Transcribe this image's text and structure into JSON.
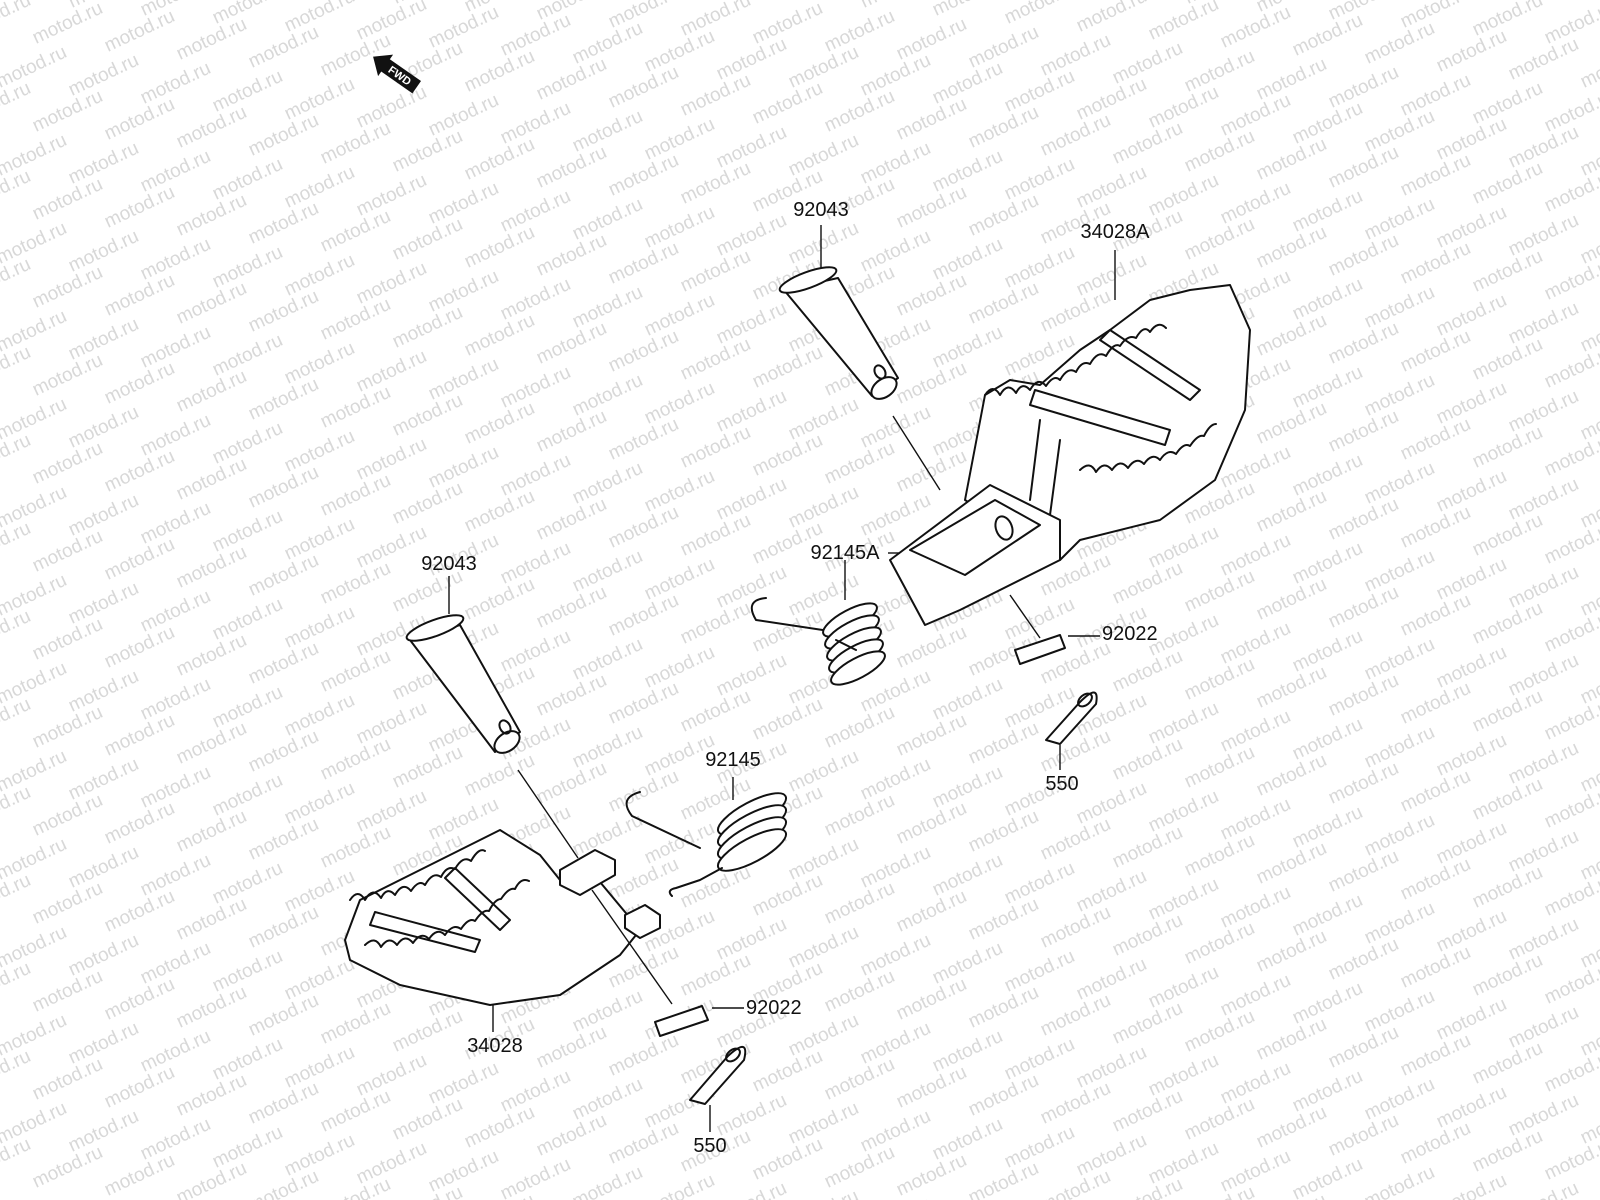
{
  "watermark": {
    "text": "motod.ru",
    "color": "#d8d8d8"
  },
  "direction_indicator": {
    "label": "FWD",
    "icon": "fwd-arrow-icon"
  },
  "parts": [
    {
      "id": "pin-upper",
      "label": "92043"
    },
    {
      "id": "footpeg-right",
      "label": "34028A"
    },
    {
      "id": "spring-upper",
      "label": "92145A"
    },
    {
      "id": "washer-upper",
      "label": "92022"
    },
    {
      "id": "cotter-upper",
      "label": "550"
    },
    {
      "id": "pin-lower",
      "label": "92043"
    },
    {
      "id": "spring-lower",
      "label": "92145"
    },
    {
      "id": "washer-lower",
      "label": "92022"
    },
    {
      "id": "footpeg-left",
      "label": "34028"
    },
    {
      "id": "cotter-lower",
      "label": "550"
    }
  ]
}
